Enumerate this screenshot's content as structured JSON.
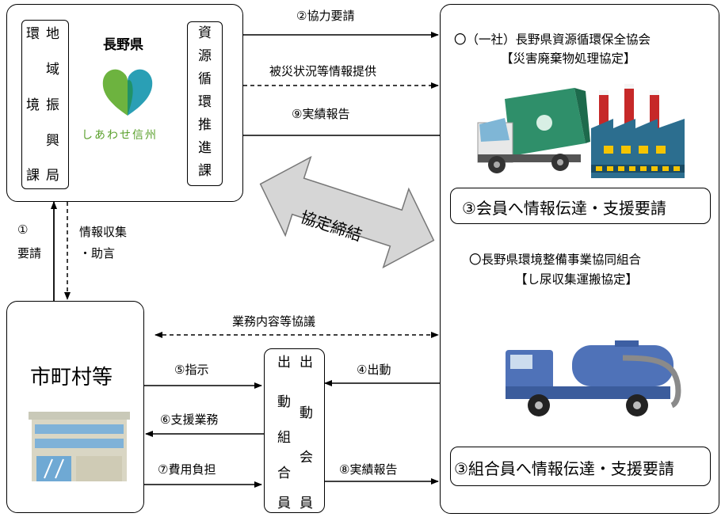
{
  "prefecture": {
    "title": "長野県",
    "logo_text": "しあわせ信州",
    "left_dept": [
      "環",
      "地",
      "域",
      "境",
      "振",
      "興",
      "課",
      "局"
    ],
    "right_dept": [
      "資",
      "源",
      "循",
      "環",
      "推",
      "進",
      "課"
    ]
  },
  "arrows": {
    "cooperation_request": "②協力要請",
    "disaster_info": "被災状況等情報提供",
    "performance_report_top": "⑨実績報告",
    "agreement": "協定締結",
    "request_num": "①",
    "request_label": "要請",
    "info_collect_1": "情報収集",
    "info_collect_2": "・助言",
    "consultation": "業務内容等協議",
    "instruction": "⑤指示",
    "dispatch": "④出動",
    "support_work": "⑥支援業務",
    "cost_burden": "⑦費用負担",
    "performance_report_bottom": "⑧実績報告"
  },
  "association": {
    "name": "〇（一社）長野県資源循環保全協会",
    "agreement": "【災害廃棄物処理協定】",
    "action": "③会員へ情報伝達・支援要請"
  },
  "cooperative": {
    "name": "〇長野県環境整備事業協同組合",
    "agreement": "【し尿収集運搬協定】",
    "action": "③組合員へ情報伝達・支援要請"
  },
  "municipality": {
    "title": "市町村等"
  },
  "dispatch_box": {
    "col_left": [
      "出",
      "動",
      "組",
      "合",
      "員"
    ],
    "col_right": [
      "出",
      "動",
      "会",
      "員"
    ]
  }
}
